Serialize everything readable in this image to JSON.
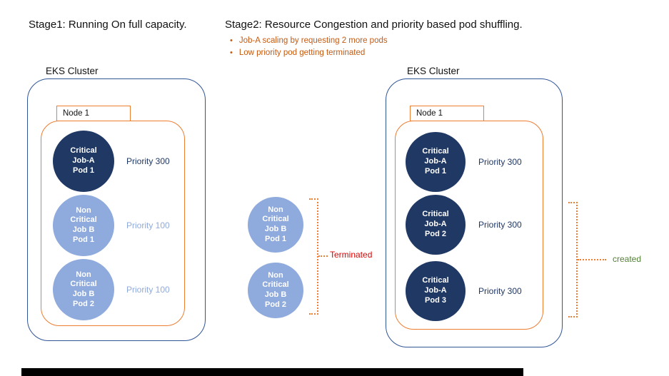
{
  "colors": {
    "critical_pod": "#1F3864",
    "non_critical_pod": "#8FAADC",
    "cluster_border": "#2F5597",
    "node_border": "#ED7D31",
    "terminated_text": "#E00000",
    "created_text": "#538135",
    "bullet_text": "#C55A11"
  },
  "bullet_glyph": "•",
  "stage1": {
    "title": "Stage1: Running On full capacity.",
    "cluster_label": "EKS Cluster",
    "node_label": "Node 1",
    "pods": [
      {
        "label": "Critical\nJob-A\nPod 1",
        "priority": "Priority 300"
      },
      {
        "label": "Non\nCritical\nJob B\nPod 1",
        "priority": "Priority 100"
      },
      {
        "label": "Non\nCritical\nJob B\nPod 2",
        "priority": "Priority 100"
      }
    ]
  },
  "transition": {
    "pods": [
      {
        "label": "Non\nCritical\nJob B\nPod 1"
      },
      {
        "label": "Non\nCritical\nJob B\nPod 2"
      }
    ],
    "annotation": "Terminated"
  },
  "stage2": {
    "title": "Stage2: Resource Congestion and priority based pod shuffling.",
    "bullets": [
      "Job-A scaling by requesting 2 more pods",
      "Low priority pod getting terminated"
    ],
    "cluster_label": "EKS Cluster",
    "node_label": "Node 1",
    "pods": [
      {
        "label": "Critical\nJob-A\nPod 1",
        "priority": "Priority 300"
      },
      {
        "label": "Critical\nJob-A\nPod 2",
        "priority": "Priority 300"
      },
      {
        "label": "Critical\nJob-A\nPod 3",
        "priority": "Priority 300"
      }
    ],
    "annotation": "created"
  }
}
